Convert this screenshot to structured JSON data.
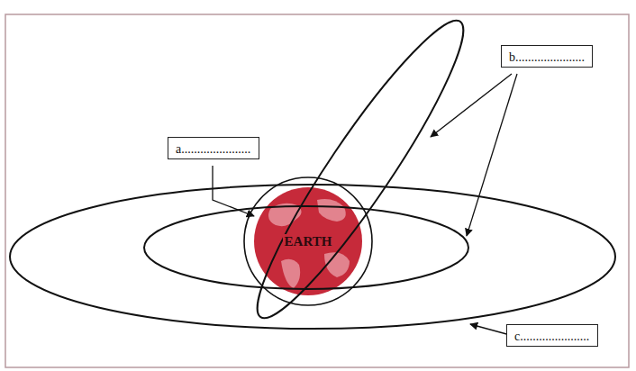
{
  "diagram": {
    "nodes": [
      {
        "text": [
          "a......................"
        ]
      },
      {
        "text": [
          "b......................"
        ]
      },
      {
        "text": [
          "EARTH"
        ]
      },
      {
        "text": [
          "c......................"
        ]
      }
    ]
  }
}
